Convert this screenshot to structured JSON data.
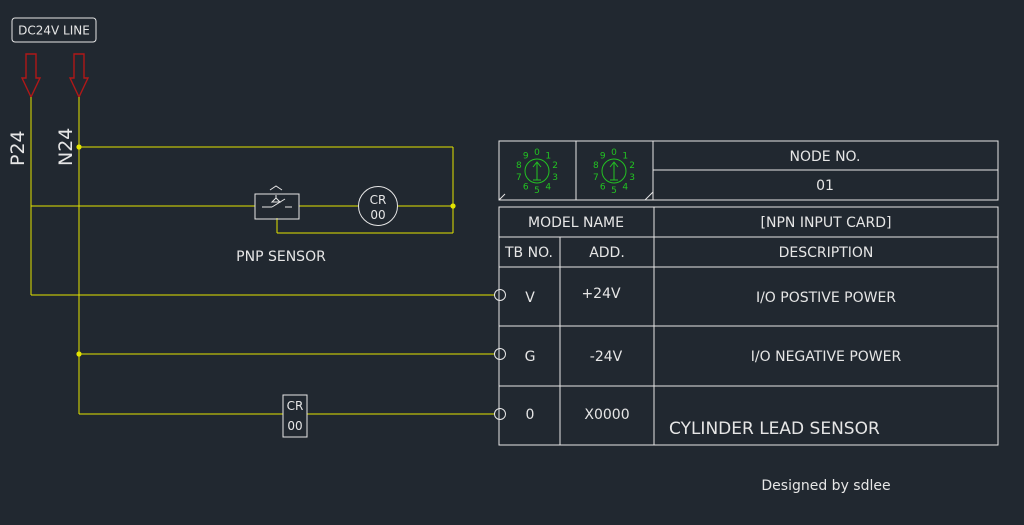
{
  "line_label": "DC24V LINE",
  "p24_label": "P24",
  "n24_label": "N24",
  "sensor_label": "PNP SENSOR",
  "relay_top": {
    "line1": "CR",
    "line2": "00"
  },
  "relay_bottom": {
    "line1": "CR",
    "line2": "00"
  },
  "rotary_switch_digits": [
    "0",
    "1",
    "2",
    "3",
    "4",
    "5",
    "6",
    "7",
    "8",
    "9"
  ],
  "table": {
    "node_header": "NODE NO.",
    "node_value": "01",
    "model_name_label": "MODEL NAME",
    "model_name_value": "[NPN INPUT CARD]",
    "col_tb": "TB NO.",
    "col_add": "ADD.",
    "col_desc": "DESCRIPTION",
    "rows": [
      {
        "tb": "V",
        "add": "+24V",
        "desc": "I/O POSTIVE POWER"
      },
      {
        "tb": "G",
        "add": "-24V",
        "desc": "I/O NEGATIVE POWER"
      },
      {
        "tb": "0",
        "add": "X0000",
        "desc": "CYLINDER LEAD SENSOR"
      }
    ]
  },
  "credit": "Designed by sdlee",
  "colors": {
    "background": "#212830",
    "wire": "#e3e300",
    "frame": "#e6e6e6",
    "arrow": "#b01818",
    "switch": "#22c322"
  }
}
